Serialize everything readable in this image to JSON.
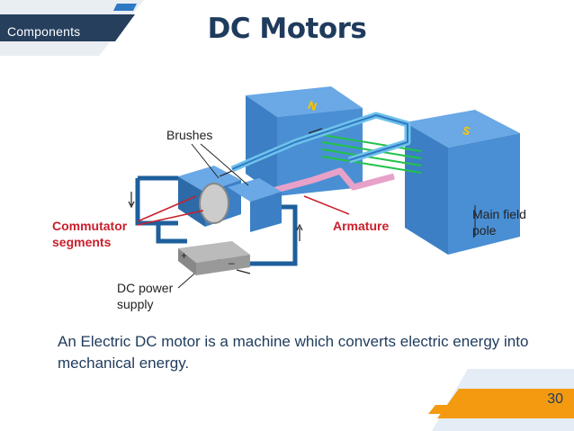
{
  "header": {
    "section_tag": "Components",
    "title": "DC Motors"
  },
  "diagram": {
    "labels": {
      "brushes": "Brushes",
      "commutator_line1": "Commutator",
      "commutator_line2": "segments",
      "armature": "Armature",
      "main_field_line1": "Main field",
      "main_field_line2": "pole",
      "dc_power_line1": "DC power",
      "dc_power_line2": "supply",
      "plus": "+",
      "minus": "–"
    },
    "pole_labels": {
      "north": "N",
      "south": "S"
    }
  },
  "body": {
    "description": "An Electric DC motor is a machine which converts electric energy into mechanical energy."
  },
  "footer": {
    "page_number": "30"
  },
  "colors": {
    "navy": "#1f3b5c",
    "accent_orange": "#f39a10",
    "accent_blue": "#2f78c4",
    "label_red": "#c8202c",
    "pole_blue": "#4a8fd4"
  }
}
